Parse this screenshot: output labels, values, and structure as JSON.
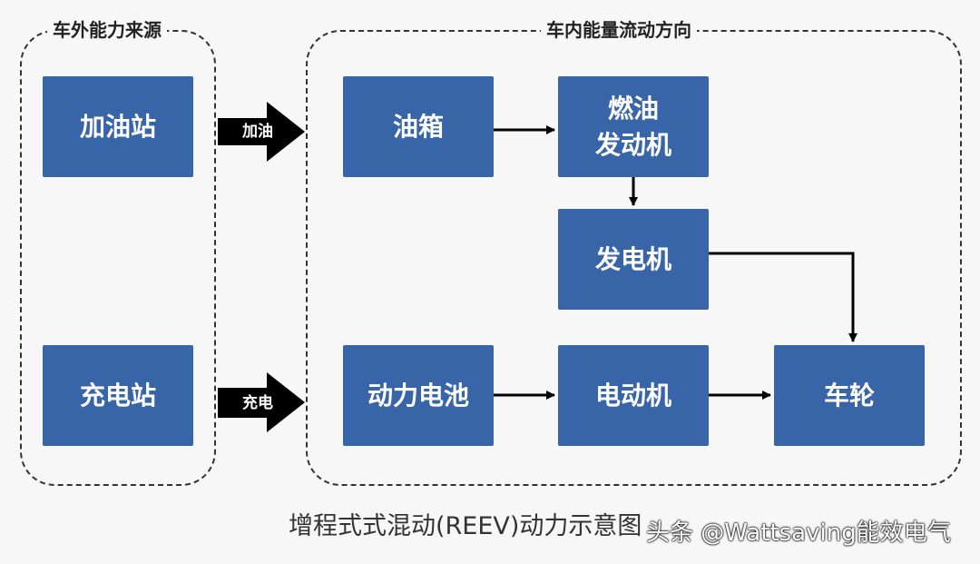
{
  "groups": {
    "external": {
      "title": "车外能力来源"
    },
    "internal": {
      "title": "车内能量流动方向"
    }
  },
  "nodes": {
    "gas_station": "加油站",
    "charging_station": "充电站",
    "fuel_tank": "油箱",
    "fuel_engine": "燃油\n发动机",
    "generator": "发电机",
    "battery": "动力电池",
    "electric_motor": "电动机",
    "wheels": "车轮"
  },
  "arrows": {
    "refuel": "加油",
    "charge": "充电"
  },
  "caption": "增程式式混动(REEV)动力示意图",
  "watermark": "头条 @Wattsaving能效电气",
  "colors": {
    "node_fill": "#3864a8",
    "node_text": "#ffffff",
    "arrow": "#000000"
  }
}
